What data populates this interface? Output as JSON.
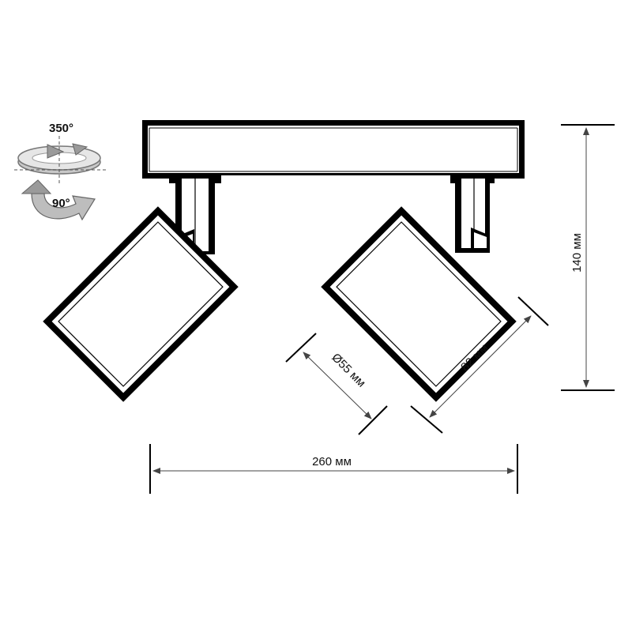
{
  "rotation": {
    "horizontal_label": "350°",
    "vertical_label": "90°"
  },
  "dimensions": {
    "width_label": "260 мм",
    "height_label": "140 мм",
    "diameter_label": "Ø55 мм",
    "length_label": "82 мм"
  }
}
